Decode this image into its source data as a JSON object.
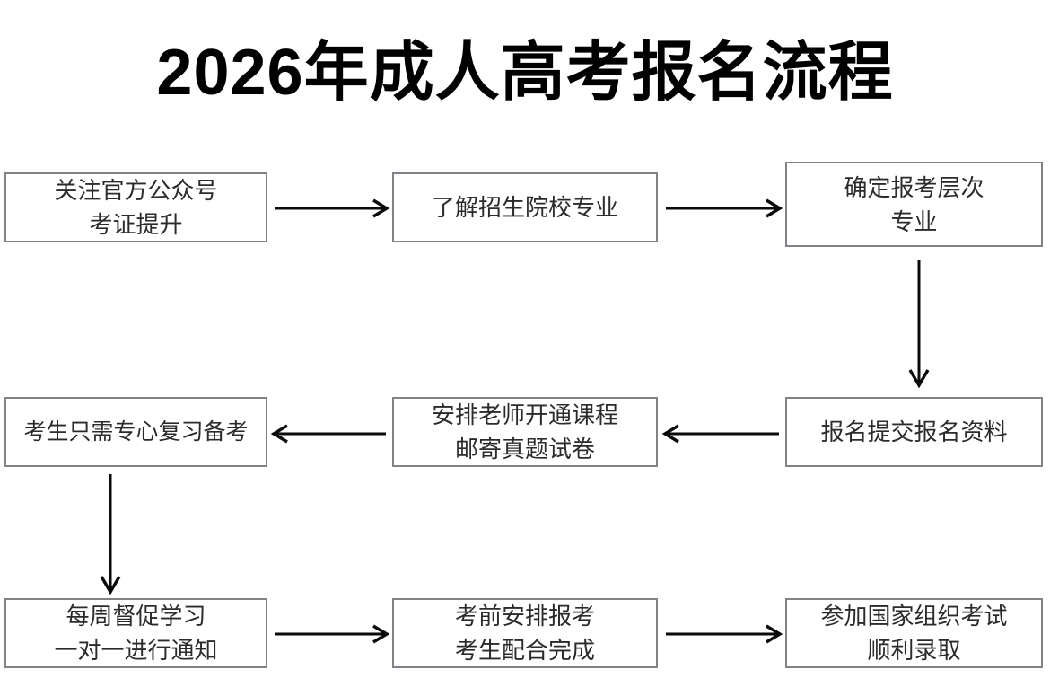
{
  "page": {
    "title": "2026年成人高考报名流程",
    "background_color": "#ffffff",
    "box_border_color": "#808288",
    "text_color": "#2b2b2b",
    "arrow_color": "#0a0a0a"
  },
  "chart_data": {
    "type": "diagram",
    "diagram_type": "flowchart",
    "title": "2026年成人高考报名流程",
    "flow_direction": "serpentine (row1 left-to-right, row2 right-to-left, row3 left-to-right)",
    "nodes": [
      {
        "id": "n1",
        "row": 1,
        "col": 1,
        "lines": [
          "关注官方公众号",
          "考证提升"
        ]
      },
      {
        "id": "n2",
        "row": 1,
        "col": 2,
        "lines": [
          "了解招生院校专业"
        ]
      },
      {
        "id": "n3",
        "row": 1,
        "col": 3,
        "lines": [
          "确定报考层次",
          "专业"
        ]
      },
      {
        "id": "n4",
        "row": 2,
        "col": 1,
        "lines": [
          "考生只需专心复习备考"
        ]
      },
      {
        "id": "n5",
        "row": 2,
        "col": 2,
        "lines": [
          "安排老师开通课程",
          "邮寄真题试卷"
        ]
      },
      {
        "id": "n6",
        "row": 2,
        "col": 3,
        "lines": [
          "报名提交报名资料"
        ]
      },
      {
        "id": "n7",
        "row": 3,
        "col": 1,
        "lines": [
          "每周督促学习",
          "一对一进行通知"
        ]
      },
      {
        "id": "n8",
        "row": 3,
        "col": 2,
        "lines": [
          "考前安排报考",
          "考生配合完成"
        ]
      },
      {
        "id": "n9",
        "row": 3,
        "col": 3,
        "lines": [
          "参加国家组织考试",
          "顺利录取"
        ]
      }
    ],
    "edges": [
      {
        "from": "n1",
        "to": "n2",
        "direction": "right"
      },
      {
        "from": "n2",
        "to": "n3",
        "direction": "right"
      },
      {
        "from": "n3",
        "to": "n6",
        "direction": "down"
      },
      {
        "from": "n6",
        "to": "n5",
        "direction": "left"
      },
      {
        "from": "n5",
        "to": "n4",
        "direction": "left"
      },
      {
        "from": "n4",
        "to": "n7",
        "direction": "down"
      },
      {
        "from": "n7",
        "to": "n8",
        "direction": "right"
      },
      {
        "from": "n8",
        "to": "n9",
        "direction": "right"
      }
    ]
  },
  "nodes": {
    "n1": {
      "line1": "关注官方公众号",
      "line2": "考证提升"
    },
    "n2": {
      "line1": "了解招生院校专业"
    },
    "n3": {
      "line1": "确定报考层次",
      "line2": "专业"
    },
    "n4": {
      "line1": "考生只需专心复习备考"
    },
    "n5": {
      "line1": "安排老师开通课程",
      "line2": "邮寄真题试卷"
    },
    "n6": {
      "line1": "报名提交报名资料"
    },
    "n7": {
      "line1": "每周督促学习",
      "line2": "一对一进行通知"
    },
    "n8": {
      "line1": "考前安排报考",
      "line2": "考生配合完成"
    },
    "n9": {
      "line1": "参加国家组织考试",
      "line2": "顺利录取"
    }
  }
}
